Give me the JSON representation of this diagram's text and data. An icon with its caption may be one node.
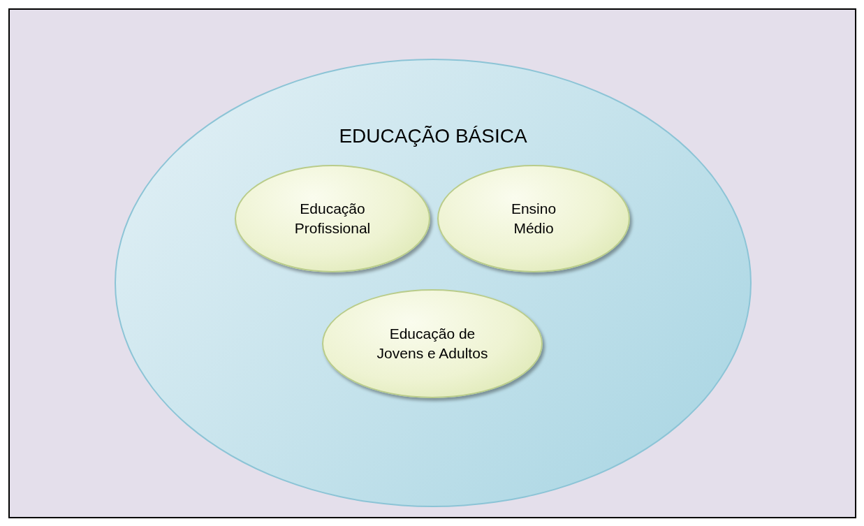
{
  "diagram": {
    "nodes": [
      {
        "text": [
          "EDUCAÇÃO BÁSICA"
        ]
      },
      {
        "text": [
          "Educação Profissional"
        ],
        "in": 0
      },
      {
        "text": [
          "Ensino Médio"
        ],
        "in": 0
      },
      {
        "text": [
          "Educação de Jovens e Adultos"
        ],
        "in": 0
      }
    ]
  }
}
